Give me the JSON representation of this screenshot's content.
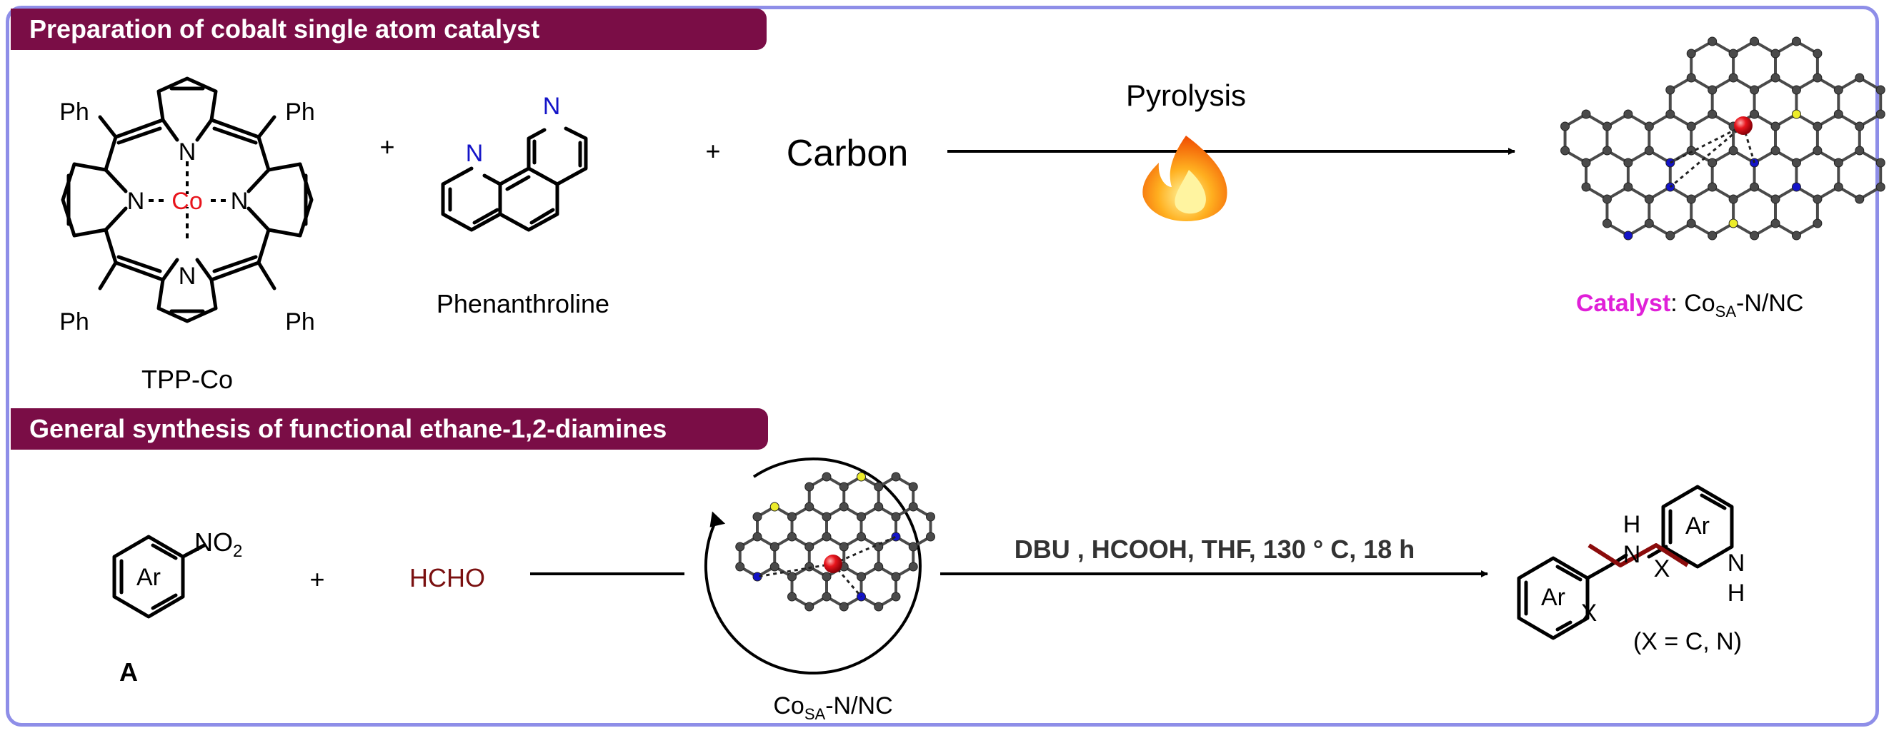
{
  "sections": {
    "preparation_title": "Preparation of cobalt single atom catalyst",
    "synthesis_title": "General synthesis of functional ethane-1,2-diamines"
  },
  "reagents": {
    "tpp_co_label": "TPP-Co",
    "ph": "Ph",
    "n": "N",
    "co": "Co",
    "plus": "+",
    "phenanthroline_label": "Phenanthroline",
    "carbon_label": "Carbon",
    "pyrolysis_label": "Pyrolysis"
  },
  "catalyst": {
    "prefix": "Catalyst",
    "colon": ": ",
    "co": "Co",
    "sub": "SA",
    "suffix": "-N/NC"
  },
  "reaction": {
    "nitro": "NO",
    "nitro_sub": "2",
    "ar": "Ar",
    "compound_label": "A",
    "hcho": "HCHO",
    "conditions": "DBU , HCOOH, THF, 130 ° C, 18 h",
    "h": "H",
    "x": "X",
    "product_note": "(X = C, N)"
  },
  "colors": {
    "frame": "#8e8ee8",
    "banner": "#7a0d46",
    "cobalt": "#e8141c",
    "nitrogen": "#1414c8",
    "catalyst_word": "#e020d8",
    "hcho": "#7a1010",
    "linker": "#8b0c0c",
    "carbon_atom": "#4a4a4a",
    "sulfur_atom": "#ecec2a",
    "halogen_atom": "#22e022"
  }
}
